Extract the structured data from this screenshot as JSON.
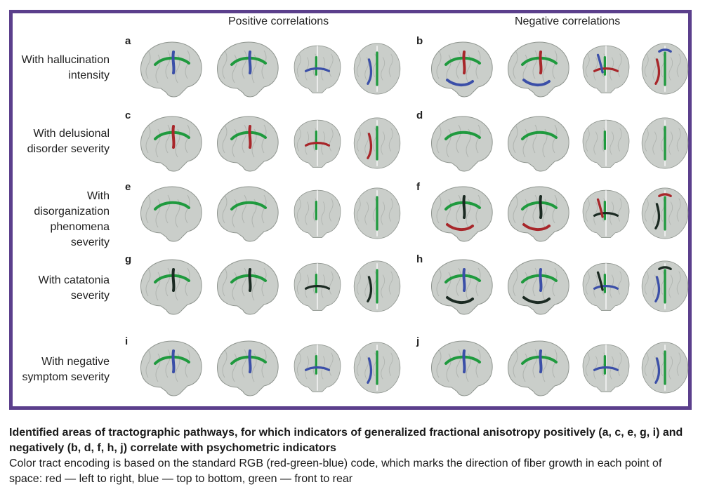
{
  "columns": {
    "positive": "Positive correlations",
    "negative": "Negative correlations"
  },
  "rows": [
    {
      "label_lines": [
        "With hallucination",
        "intensity"
      ],
      "pos": "a",
      "neg": "b"
    },
    {
      "label_lines": [
        "With delusional",
        "disorder severity"
      ],
      "pos": "c",
      "neg": "d"
    },
    {
      "label_lines": [
        "With",
        "disorganization",
        "phenomena",
        "severity"
      ],
      "pos": "e",
      "neg": "f"
    },
    {
      "label_lines": [
        "With catatonia",
        "severity"
      ],
      "pos": "g",
      "neg": "h"
    },
    {
      "label_lines": [
        "With negative",
        "symptom severity"
      ],
      "pos": "i",
      "neg": "j"
    }
  ],
  "view_types": [
    "sagittal",
    "sagittal",
    "coronal",
    "axial"
  ],
  "colors": {
    "frame": "#5b3f8c",
    "brain": "#b8bdb8",
    "tract_green": "#1f9a3e",
    "tract_blue": "#3b4fa8",
    "tract_red": "#a8262a",
    "tract_dark": "#1b2a22"
  },
  "caption": {
    "title": "Identified areas of tractographic pathways, for which indicators of generalized fractional anisotropy positively (a, c, e, g, i) and negatively (b, d, f, h, j) correlate with psychometric indicators",
    "body": "Color tract encoding is based on the standard RGB (red-green-blue) code, which marks the direction of fiber growth in each point of space: red — left to right, blue — top to bottom, green — front to rear"
  }
}
